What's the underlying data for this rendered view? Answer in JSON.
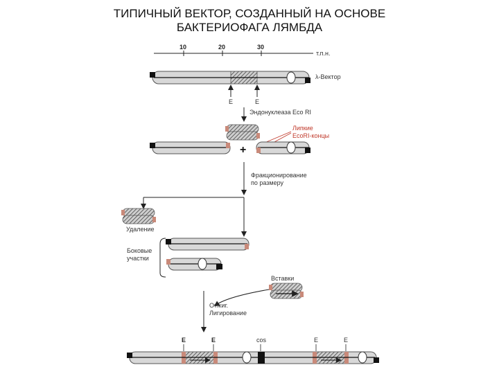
{
  "title": {
    "line1": "ТИПИЧНЫЙ ВЕКТОР, СОЗДАННЫЙ НА ОСНОВЕ",
    "line2": "БАКТЕРИОФАГА ЛЯМБДА"
  },
  "scale": {
    "ticks": [
      "10",
      "20",
      "30"
    ],
    "unit": "т.п.н."
  },
  "labels": {
    "vector": "λ-Вектор",
    "ecori_site_1": "E",
    "ecori_site_2": "E",
    "endonuclease_line1": "Эндонуклеаза Eco RI",
    "sticky_ends_line1": "Липкие",
    "sticky_ends_line2": "EcoRI-концы",
    "plus": "+",
    "fractionation_line1": "Фракционирование",
    "fractionation_line2": "по размеру",
    "removal": "Удаление",
    "side_parts_line1": "Боковые",
    "side_parts_line2": "участки",
    "inserts": "Вставки",
    "anneal_line1": "Отжиг.",
    "anneal_line2": "Лигирование",
    "final_e1": "E",
    "final_e2": "E",
    "cos": "cos",
    "final_e3": "E",
    "final_e4": "E"
  },
  "colors": {
    "rod": "#d8d8d8",
    "rod_edge": "#555555",
    "core_line": "#111111",
    "hatch": "#444444",
    "sticky_end": "#c98a7a",
    "dark_end": "#111111",
    "arrow": "#222222",
    "red_label": "#c0392b"
  }
}
